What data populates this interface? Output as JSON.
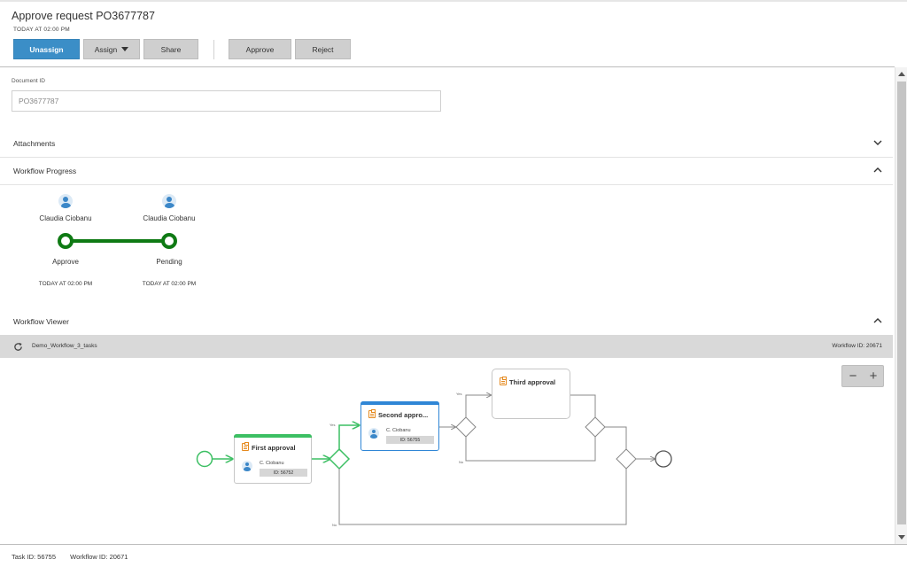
{
  "header": {
    "title": "Approve request PO3677787",
    "timestamp": "TODAY AT  02:00 PM",
    "buttons": {
      "unassign": "Unassign",
      "assign": "Assign",
      "share": "Share",
      "approve": "Approve",
      "reject": "Reject"
    }
  },
  "document": {
    "label": "Document ID",
    "value": "PO3677787"
  },
  "sections": {
    "attachments": "Attachments",
    "workflow_progress": "Workflow Progress",
    "workflow_viewer": "Workflow Viewer"
  },
  "progress": {
    "steps": [
      {
        "user": "Claudia Ciobanu",
        "status": "Approve",
        "time": "TODAY AT  02:00 PM"
      },
      {
        "user": "Claudia Ciobanu",
        "status": "Pending",
        "time": "TODAY AT  02:00 PM"
      }
    ],
    "color": "#0f7a14"
  },
  "viewer": {
    "workflow_name": "Demo_Workflow_3_tasks",
    "workflow_id_label": "Workflow ID: 20671",
    "zoom_out": "−",
    "zoom_in": "+",
    "tasks": [
      {
        "label": "First approval",
        "user": "C. Ciobanu",
        "id": "ID: 56752",
        "state": "done",
        "color": "#3cbf63"
      },
      {
        "label": "Second appro...",
        "user": "C. Ciobanu",
        "id": "ID: 56755",
        "state": "active",
        "color": "#2f86d6"
      },
      {
        "label": "Third approval",
        "state": "pending"
      }
    ],
    "flow_labels": {
      "yes": "Yes",
      "no": "No"
    }
  },
  "footer": {
    "task_id": "Task ID: 56755",
    "workflow_id": "Workflow ID: 20671"
  },
  "colors": {
    "primary_button": "#3b8ec7",
    "progress_green": "#0f7a14",
    "flow_green": "#3cbf63",
    "active_blue": "#2f86d6",
    "task_icon_orange": "#e58a1f"
  }
}
